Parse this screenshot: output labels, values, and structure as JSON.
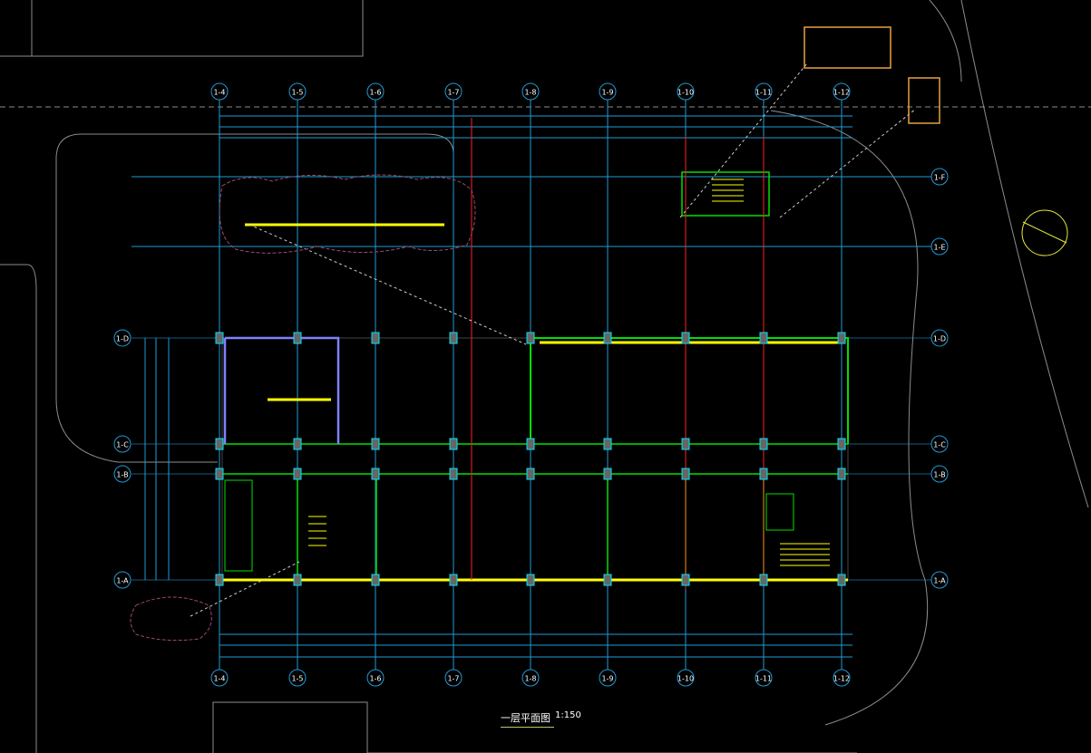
{
  "drawing": {
    "title": "一层平面图",
    "scale": "1:150",
    "grid_columns": [
      "1-4",
      "1-5",
      "1-6",
      "1-7",
      "1-8",
      "1-9",
      "1-10",
      "1-11",
      "1-12"
    ],
    "grid_rows": [
      "1-F",
      "1-E",
      "1-D",
      "1-C",
      "1-B",
      "1-A"
    ],
    "left_rows": [
      "1-D",
      "1-C",
      "1-B",
      "1-A"
    ],
    "colors": {
      "background": "#000000",
      "grid": "#1e9bd7",
      "wall": "#00e000",
      "window": "#ffff00",
      "column": "#00e5ff",
      "site": "#8c8c8c",
      "tree": "#9c4a6e",
      "red": "#ff2020",
      "partition": "#8080ff"
    }
  }
}
